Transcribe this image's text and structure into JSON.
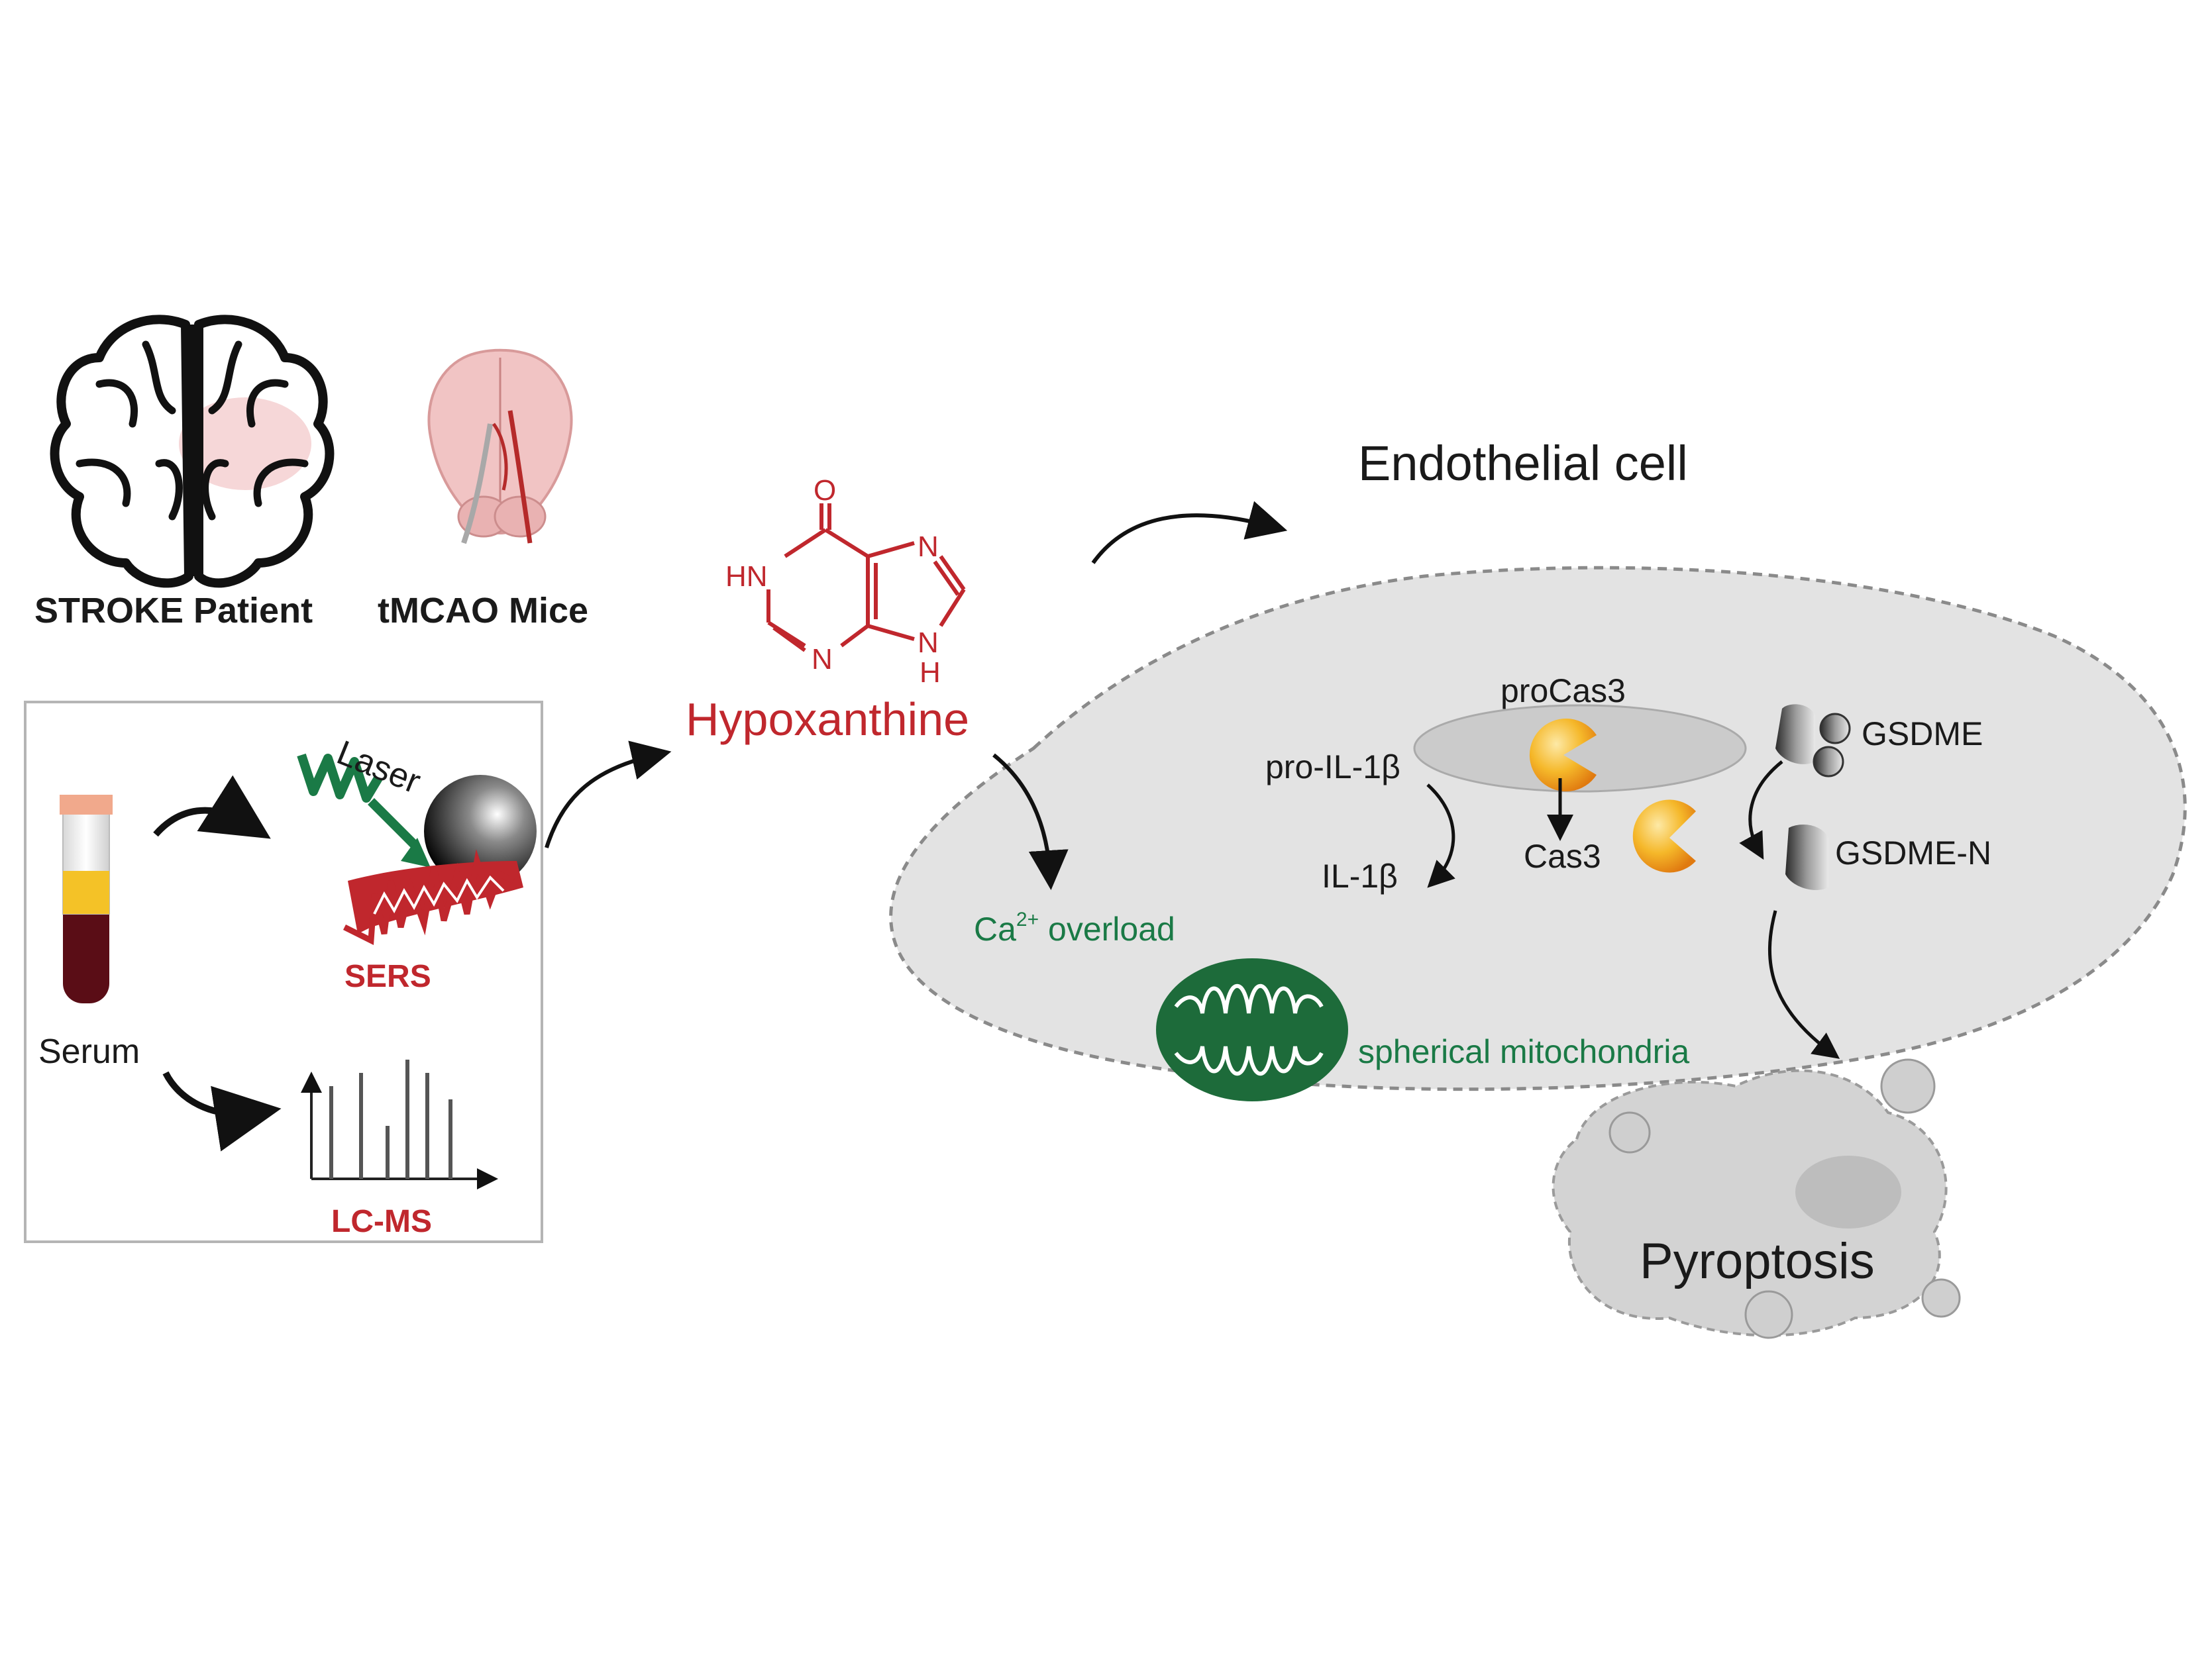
{
  "labels": {
    "stroke_patient": "STROKE Patient",
    "tmcao_mice": "tMCAO Mice",
    "laser": "Laser",
    "sers": "SERS",
    "serum": "Serum",
    "lcms": "LC-MS",
    "hypoxanthine": "Hypoxanthine",
    "endothelial_cell": "Endothelial cell",
    "procas3": "proCas3",
    "cas3": "Cas3",
    "pro_il1b": "pro-IL-1β",
    "il1b": "IL-1β",
    "gsdme": "GSDME",
    "gsdme_n": "GSDME-N",
    "ca_prefix": "Ca",
    "ca_superscript": "2+",
    "ca_suffix": " overload",
    "mitochondria": "spherical mitochondria",
    "pyroptosis": "Pyroptosis"
  },
  "molecule_atoms": {
    "o": "O",
    "hn": "HN",
    "n_bottom": "N",
    "n_top_right": "N",
    "n_bottom_right": "N",
    "h": "H"
  },
  "colors": {
    "accent_red": "#c0272d",
    "accent_green": "#1a7a46",
    "mito_green": "#1d6b3a",
    "cell_gray": "#e3e3e3",
    "text_dark": "#1a1a1a",
    "enzyme_orange": "#f0a81c"
  }
}
